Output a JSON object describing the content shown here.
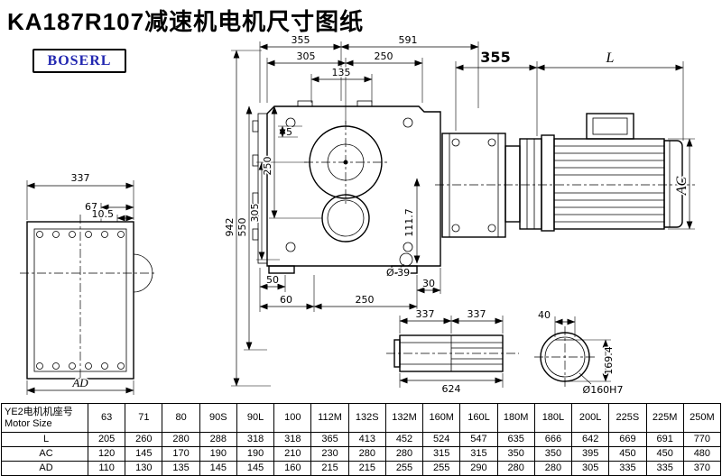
{
  "title": "KA187R107减速机电机尺寸图纸",
  "logo": "BOSERL",
  "drawing": {
    "main_view": {
      "top_355": "355",
      "top_591": "591",
      "top_305": "305",
      "top_250": "250",
      "top_135": "135",
      "left_942": "942",
      "left_550": "550",
      "left_305": "305",
      "left_250": "250",
      "left_5": "5",
      "right_111_7": "111.7",
      "bottom_50": "50",
      "bottom_60": "60",
      "bottom_250": "250",
      "bottom_30": "30",
      "dia_39": "Ø 39"
    },
    "left_view": {
      "width_337": "337",
      "dim_67": "67",
      "dim_10_5": "10.5",
      "dim_ad": "AD"
    },
    "motor_view": {
      "dim_355": "355",
      "dim_l": "L",
      "dim_ac": "AC"
    },
    "shaft_view": {
      "dim_337_a": "337",
      "dim_337_b": "337",
      "dim_624": "624",
      "dim_40": "40",
      "dim_169_4": "169.4",
      "dia_160": "Ø160H7"
    }
  },
  "table": {
    "header_label_cn": "YE2电机机座号",
    "header_label_en": "Motor Size",
    "sizes": [
      "63",
      "71",
      "80",
      "90S",
      "90L",
      "100",
      "112M",
      "132S",
      "132M",
      "160M",
      "160L",
      "180M",
      "180L",
      "200L",
      "225S",
      "225M",
      "250M"
    ],
    "rows": [
      {
        "label": "L",
        "values": [
          "205",
          "260",
          "280",
          "288",
          "318",
          "318",
          "365",
          "413",
          "452",
          "524",
          "547",
          "635",
          "666",
          "642",
          "669",
          "691",
          "770"
        ]
      },
      {
        "label": "AC",
        "values": [
          "120",
          "145",
          "170",
          "190",
          "190",
          "210",
          "230",
          "280",
          "280",
          "315",
          "315",
          "350",
          "350",
          "395",
          "450",
          "450",
          "480"
        ]
      },
      {
        "label": "AD",
        "values": [
          "110",
          "130",
          "135",
          "145",
          "145",
          "160",
          "215",
          "215",
          "255",
          "255",
          "290",
          "280",
          "280",
          "305",
          "335",
          "335",
          "370"
        ]
      }
    ]
  }
}
